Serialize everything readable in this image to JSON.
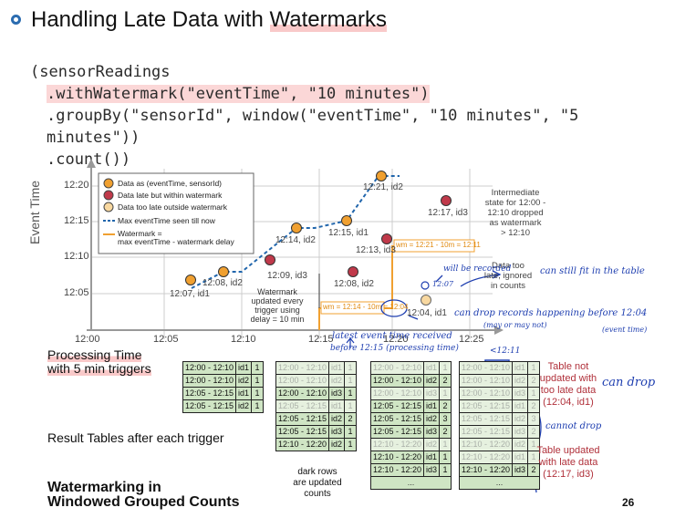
{
  "slide": {
    "title_prefix": "Handling Late Data with ",
    "title_highlight": "Watermarks",
    "page_number": "26"
  },
  "code": {
    "line1": "(sensorReadings",
    "line2": ".withWatermark(\"eventTime\", \"10 minutes\")",
    "line3": ".groupBy(\"sensorId\", window(\"eventTime\", \"10 minutes\", \"5 minutes\"))",
    "line4": ".count())"
  },
  "chart": {
    "y_label": "Event Time",
    "y_ticks": [
      "12:20",
      "12:15",
      "12:10",
      "12:05"
    ],
    "x_ticks": [
      "12:00",
      "12:05",
      "12:10",
      "12:15",
      "12:20",
      "12:25"
    ],
    "x_label_line1": "Processing Time",
    "x_label_line2": "with 5 min triggers",
    "legend": {
      "item1": "Data as (eventTime, sensorId)",
      "item2": "Data late but within watermark",
      "item3": "Data too late outside watermark",
      "item4": "Max eventTime seen till now",
      "item5_line1": "Watermark =",
      "item5_line2": "max eventTime - watermark delay"
    },
    "points": {
      "p1": "12:07, id1",
      "p2": "12:08, id2",
      "p3": "12:09, id3",
      "p4": "12:14, id2",
      "p5": "12:15, id1",
      "p6": "12:08, id2",
      "p7": "12:13, id3",
      "p8": "12:21, id2",
      "p9": "12:17, id3",
      "p10": "12:04, id1"
    },
    "annotations": {
      "watermark_note": [
        "Watermark",
        "updated every",
        "trigger using",
        "delay = 10 min"
      ],
      "wm1": "wm = 12:14 - 10m = 12:04",
      "wm2": "wm = 12:21 - 10m = 12:11",
      "intermediate": [
        "Intermediate",
        "state for 12:00 -",
        "12:10 dropped",
        "as watermark",
        "> 12:10"
      ],
      "too_late": [
        "Data too",
        "late, ignored",
        "in counts"
      ]
    },
    "colors": {
      "orange": "#f0a030",
      "red": "#c0394a",
      "light": "#f8d8a0",
      "blue": "#2166ac",
      "wm": "#f0a030"
    }
  },
  "handwriting": {
    "will_be_recorded": "will be recorded",
    "at_1207": "12:07",
    "can_still_fit": "can still fit in the table",
    "latest_event": "latest event time received",
    "before_1215": "before 12:15 (processing time)",
    "can_drop_records": "can drop records happening before 12:04",
    "may_or_may_not": "(may or may not)",
    "event_time": "(event time)",
    "lt_1211": "<12:11",
    "can_drop": "can drop",
    "cannot_drop": "cannot drop"
  },
  "tables": {
    "t1": [
      [
        "dark",
        "12:00 - 12:10",
        "id1",
        "1"
      ],
      [
        "dark",
        "12:00 - 12:10",
        "id2",
        "1"
      ],
      [
        "dark",
        "12:05 - 12:15",
        "id1",
        "1"
      ],
      [
        "dark",
        "12:05 - 12:15",
        "id2",
        "1"
      ]
    ],
    "t2": [
      [
        "light",
        "12:00 - 12:10",
        "id1",
        "1"
      ],
      [
        "light",
        "12:00 - 12:10",
        "id2",
        "1"
      ],
      [
        "dark",
        "12:00 - 12:10",
        "id3",
        "1"
      ],
      [
        "light",
        "12:05 - 12:15",
        "id1",
        "1"
      ],
      [
        "dark",
        "12:05 - 12:15",
        "id2",
        "2"
      ],
      [
        "dark",
        "12:05 - 12:15",
        "id3",
        "1"
      ],
      [
        "dark",
        "12:10 - 12:20",
        "id2",
        "1"
      ]
    ],
    "t3": [
      [
        "light",
        "12:00 - 12:10",
        "id1",
        "1"
      ],
      [
        "dark",
        "12:00 - 12:10",
        "id2",
        "2"
      ],
      [
        "light",
        "12:00 - 12:10",
        "id3",
        "1"
      ],
      [
        "dark",
        "12:05 - 12:15",
        "id1",
        "2"
      ],
      [
        "dark",
        "12:05 - 12:15",
        "id2",
        "3"
      ],
      [
        "dark",
        "12:05 - 12:15",
        "id3",
        "2"
      ],
      [
        "light",
        "12:10 - 12:20",
        "id2",
        "1"
      ],
      [
        "dark",
        "12:10 - 12:20",
        "id1",
        "1"
      ],
      [
        "dark",
        "12:10 - 12:20",
        "id3",
        "1"
      ],
      [
        "empty",
        "...",
        "",
        ""
      ]
    ],
    "t4": [
      [
        "light",
        "12:00 - 12:10",
        "id1",
        "1"
      ],
      [
        "light",
        "12:00 - 12:10",
        "id2",
        "2"
      ],
      [
        "light",
        "12:00 - 12:10",
        "id3",
        "1"
      ],
      [
        "light",
        "12:05 - 12:15",
        "id1",
        "2"
      ],
      [
        "light",
        "12:05 - 12:15",
        "id2",
        "3"
      ],
      [
        "light",
        "12:05 - 12:15",
        "id3",
        "2"
      ],
      [
        "light",
        "12:10 - 12:20",
        "id2",
        "1"
      ],
      [
        "light",
        "12:10 - 12:20",
        "id1",
        "1"
      ],
      [
        "dark",
        "12:10 - 12:20",
        "id3",
        "2"
      ],
      [
        "empty",
        "...",
        "",
        ""
      ]
    ],
    "dark_rows_note": [
      "dark rows",
      "are updated",
      "counts"
    ],
    "t4_note1": [
      "Table not",
      "updated with",
      "too late data",
      "(12:04, id1)"
    ],
    "t4_note2": [
      "Table updated",
      "with late data",
      "(12:17, id3)"
    ]
  },
  "footer": {
    "result_tables": "Result Tables after each trigger",
    "caption_line1": "Watermarking in",
    "caption_line2": "Windowed Grouped Counts"
  }
}
